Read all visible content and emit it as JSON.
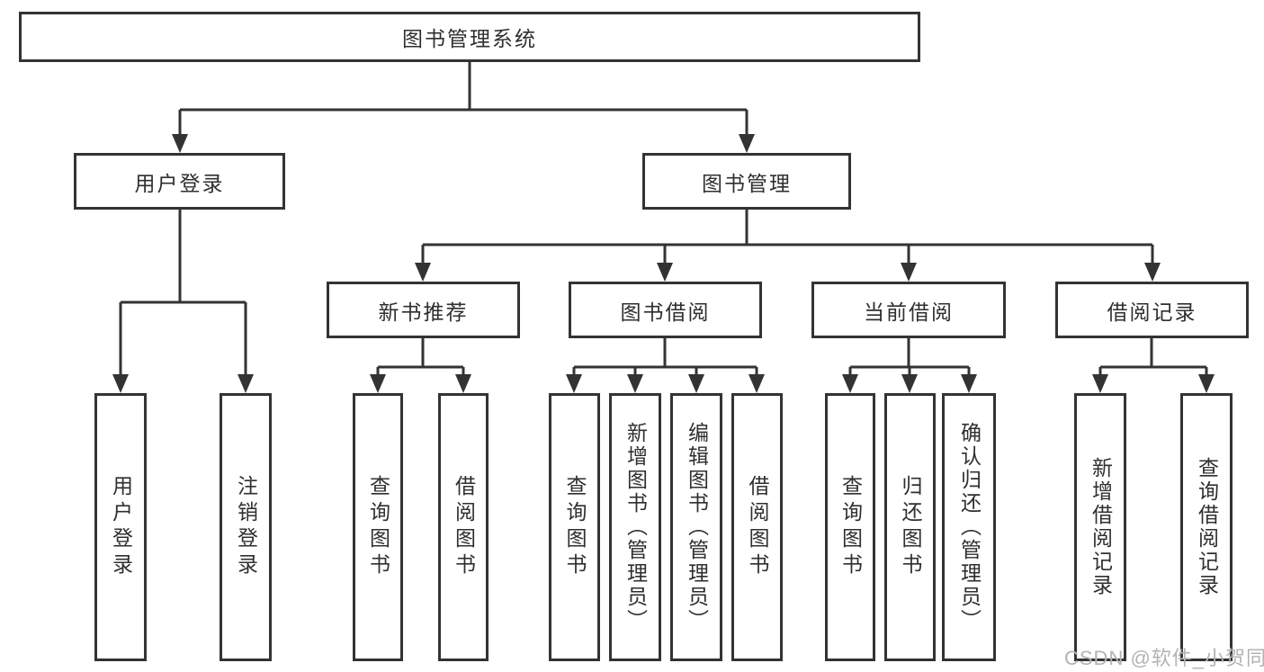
{
  "tree": {
    "root": {
      "label": "图书管理系统"
    },
    "branches": [
      {
        "label": "用户登录",
        "children": [
          {
            "label": "用户登录"
          },
          {
            "label": "注销登录"
          }
        ]
      },
      {
        "label": "图书管理",
        "children": [
          {
            "label": "新书推荐",
            "children": [
              {
                "label": "查询图书"
              },
              {
                "label": "借阅图书"
              }
            ]
          },
          {
            "label": "图书借阅",
            "children": [
              {
                "label": "查询图书"
              },
              {
                "label": "新增图书（管理员）"
              },
              {
                "label": "编辑图书（管理员）"
              },
              {
                "label": "借阅图书"
              }
            ]
          },
          {
            "label": "当前借阅",
            "children": [
              {
                "label": "查询图书"
              },
              {
                "label": "归还图书"
              },
              {
                "label": "确认归还（管理员）"
              }
            ]
          },
          {
            "label": "借阅记录",
            "children": [
              {
                "label": "新增借阅记录"
              },
              {
                "label": "查询借阅记录"
              }
            ]
          }
        ]
      }
    ]
  },
  "watermark": "CSDN @软件_小贺同学",
  "colors": {
    "line": "#333333",
    "text": "#2f2f2f",
    "watermark": "#b3b3b3",
    "background": "#ffffff"
  }
}
